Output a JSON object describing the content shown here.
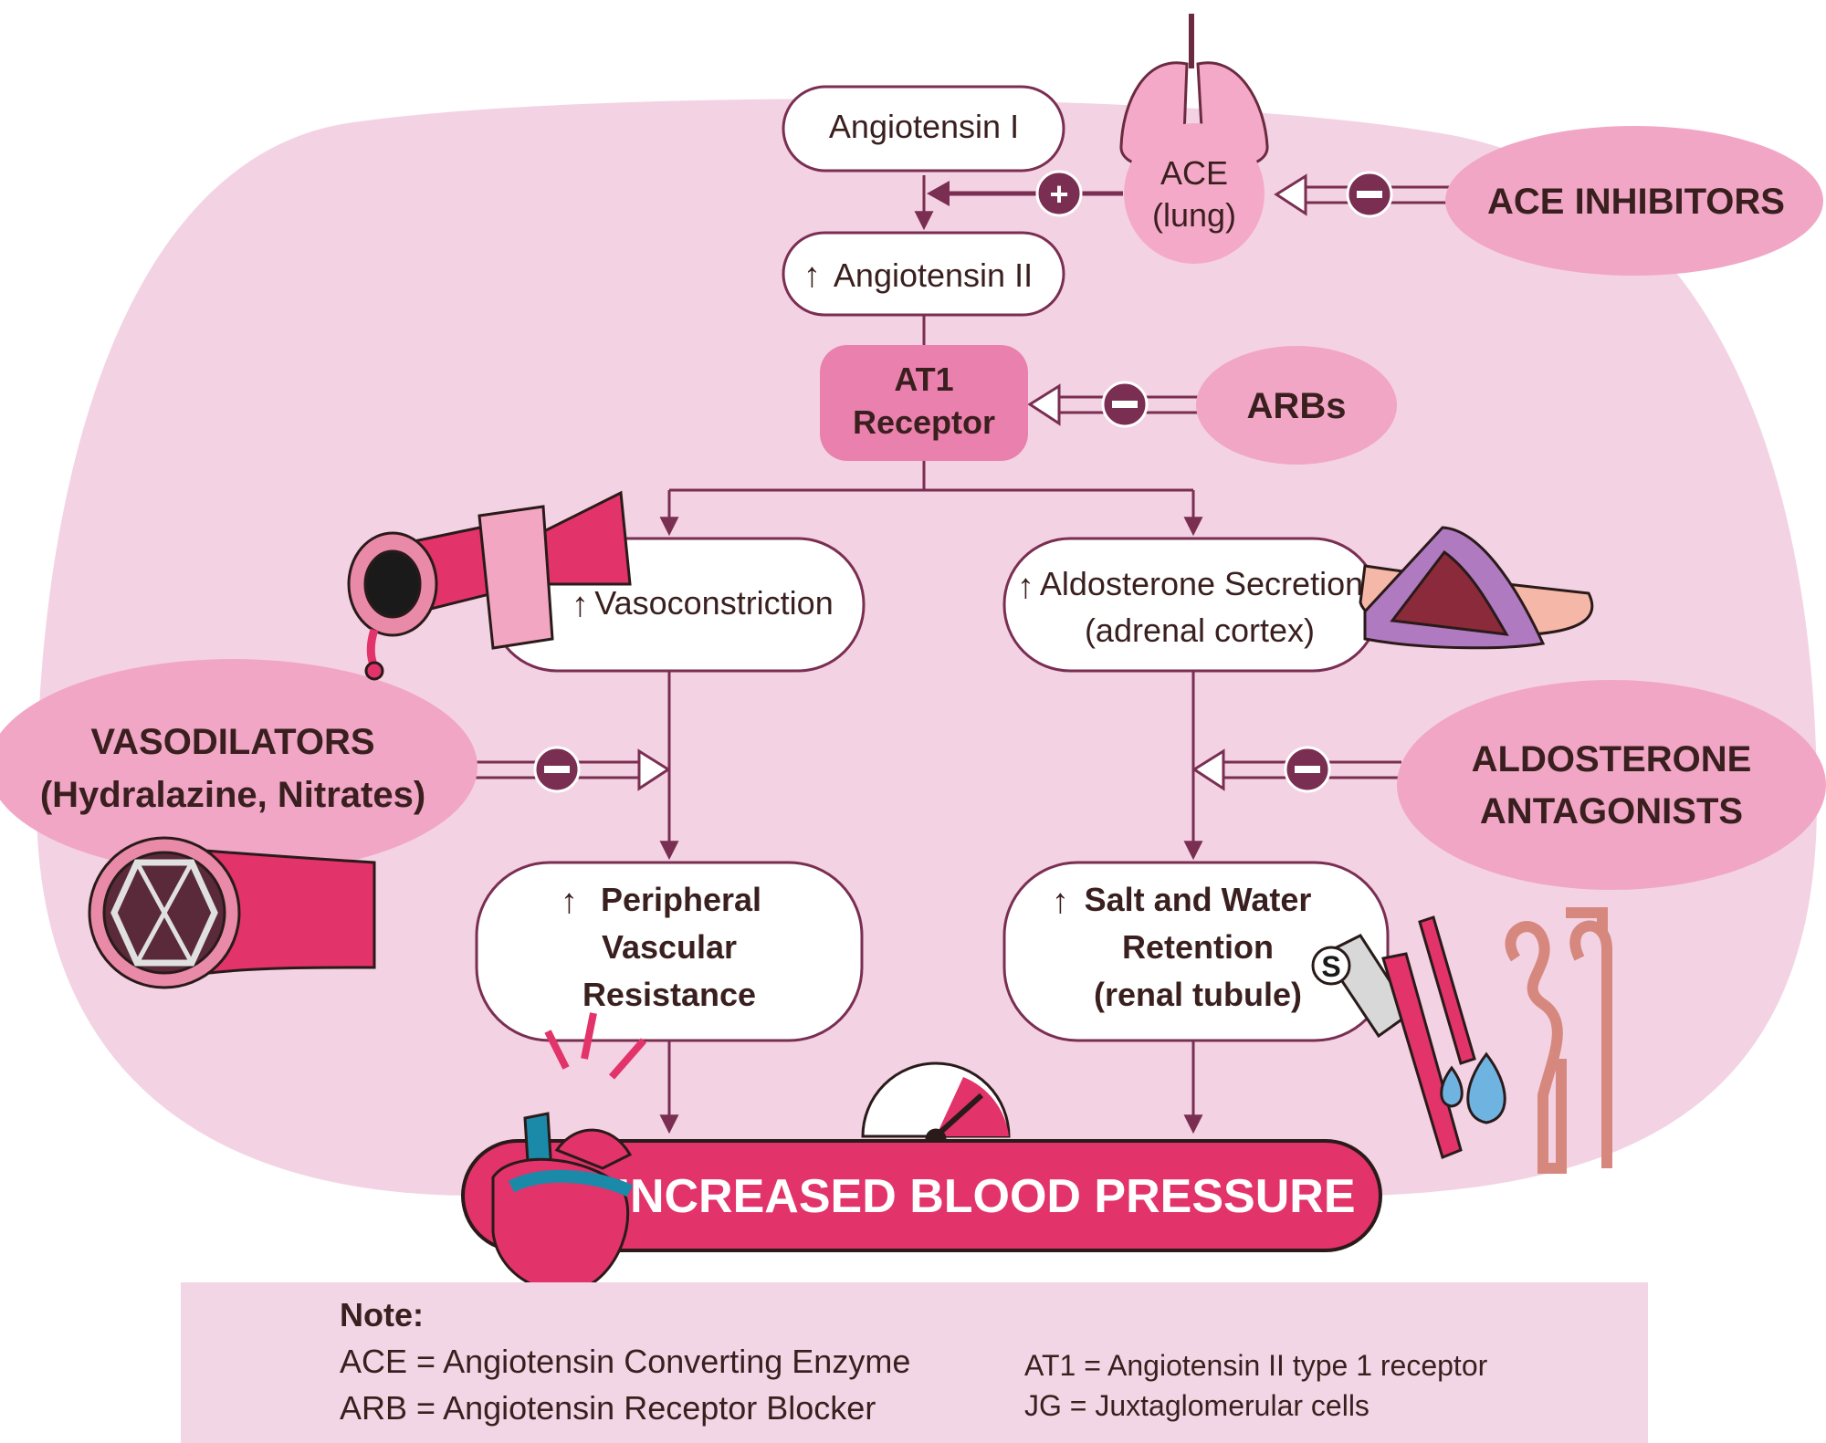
{
  "nodes": {
    "angiotensin_1": "Angiotensin I",
    "angiotensin_2": "Angiotensin II",
    "ace_line1": "ACE",
    "ace_line2": "(lung)",
    "at1_line1": "AT1",
    "at1_line2": "Receptor",
    "vasoconstriction": "Vasoconstriction",
    "aldosterone_line1": "Aldosterone Secretion",
    "aldosterone_line2": "(adrenal cortex)",
    "pvr_line1": "Peripheral",
    "pvr_line2": "Vascular",
    "pvr_line3": "Resistance",
    "salt_line1": "Salt and Water",
    "salt_line2": "Retention",
    "salt_line3": "(renal tubule)",
    "outcome": "INCREASED BLOOD PRESSURE"
  },
  "drugs": {
    "ace_inhibitors": "ACE INHIBITORS",
    "arbs": "ARBs",
    "vasodilators_line1": "VASODILATORS",
    "vasodilators_line2": "(Hydralazine, Nitrates)",
    "aldo_antag_line1": "ALDOSTERONE",
    "aldo_antag_line2": "ANTAGONISTS"
  },
  "signs": {
    "plus": "+",
    "minus": "−",
    "up_arrow": "↑"
  },
  "notes": {
    "title": "Note:",
    "ace": "ACE = Angiotensin Converting Enzyme",
    "arb": "ARB = Angiotensin Receptor Blocker",
    "at1": "AT1 = Angiotensin II type 1 receptor",
    "jg": "JG = Juxtaglomerular cells"
  },
  "colors": {
    "background_blob": "#f3d3e3",
    "node_border": "#7a2e52",
    "at1_fill": "#ea80ad",
    "drug_fill": "#f1a6c6",
    "outcome_fill": "#e2336b",
    "sign_fill": "#7a2e52",
    "note_panel": "#f2d6e5"
  }
}
